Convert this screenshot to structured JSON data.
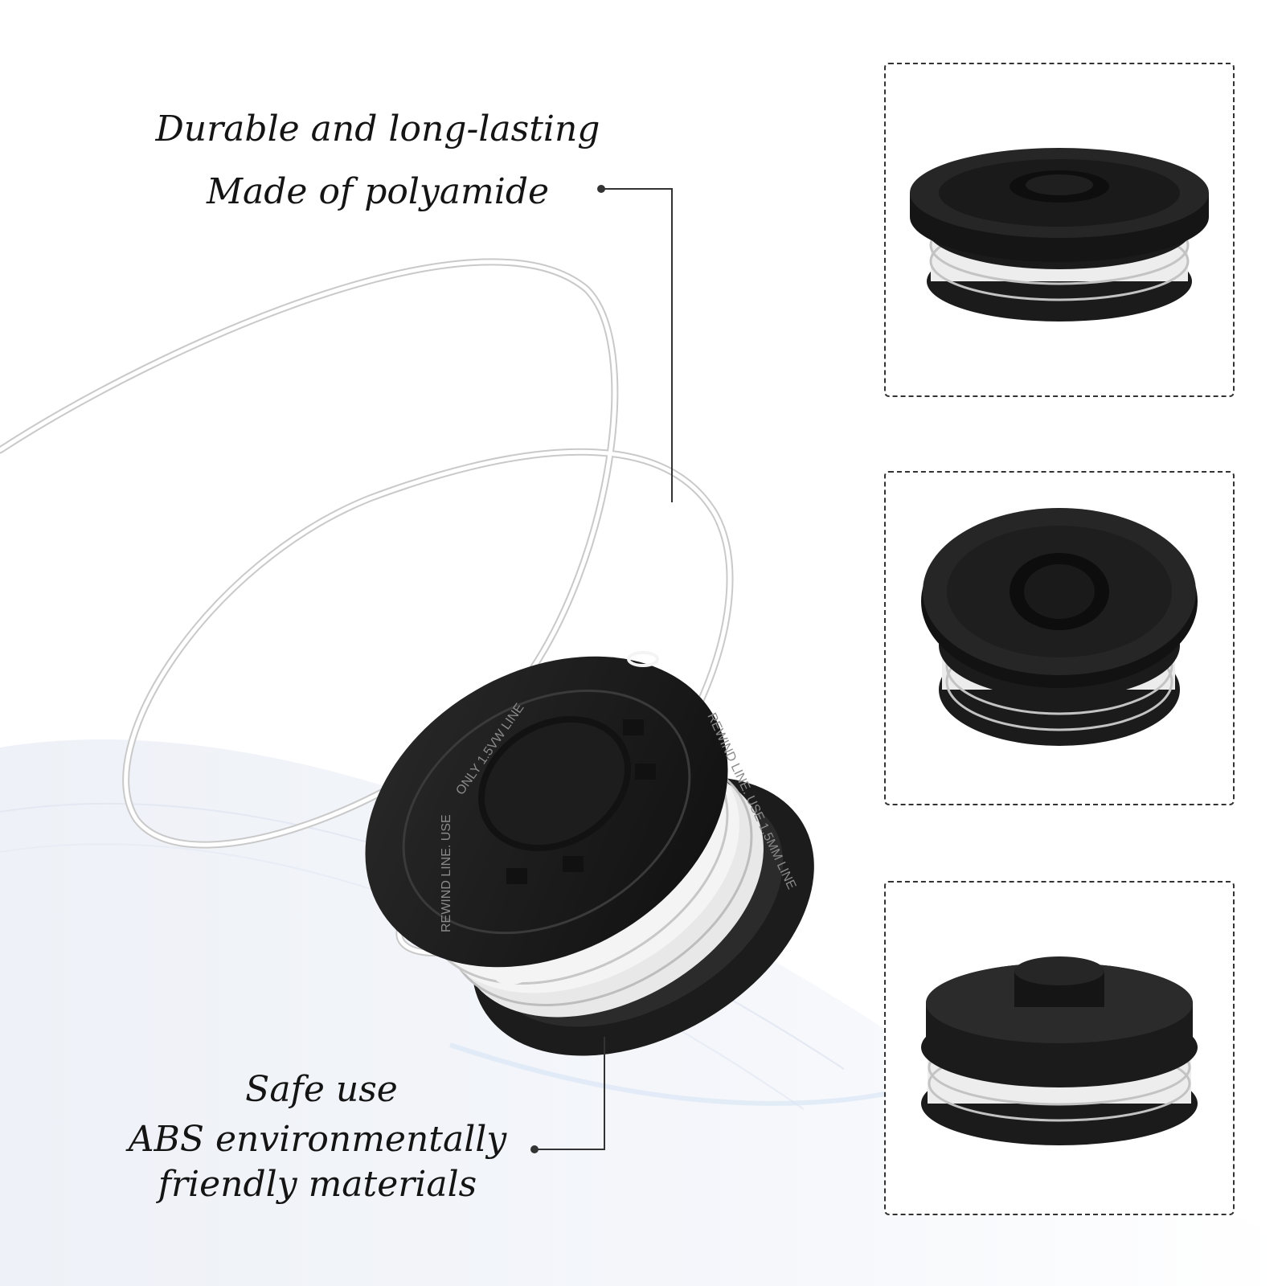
{
  "features": {
    "top": {
      "title": "Durable and long-lasting",
      "text": "Made of polyamide"
    },
    "bottom": {
      "title": "Safe use",
      "text_line1": "ABS environmentally",
      "text_line2": "friendly materials"
    }
  },
  "spool_markings": {
    "ring_text": "ONLY 1.5VW LINE",
    "side_text_left": "REWIND LINE. USE",
    "side_text_right": "REWIND LINE. USE 1.5MM LINE"
  },
  "colors": {
    "spool_body": "#1b1b1b",
    "line": "#f2f2f2",
    "accent_wave": "#dfe6f3"
  }
}
